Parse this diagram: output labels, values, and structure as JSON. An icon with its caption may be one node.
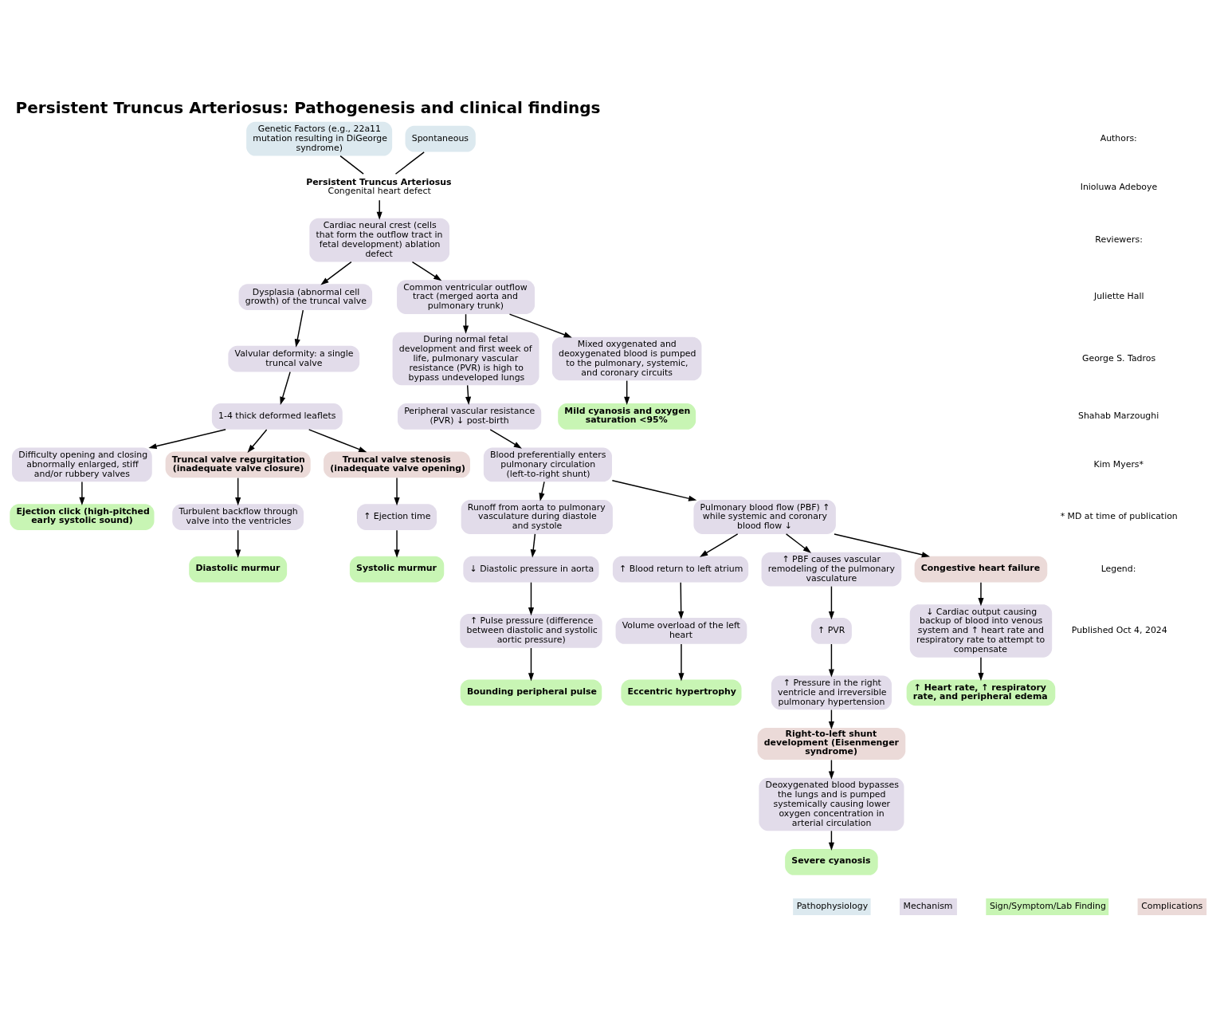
{
  "diagram": {
    "title": "Persistent Truncus Arteriosus: Pathogenesis and clinical findings",
    "nodes": [
      {
        "text": [
          "Genetic Factors (e.g., 22a11 mutation resulting in DiGeorge syndrome)"
        ]
      },
      {
        "text": [
          "Spontaneous"
        ]
      },
      {
        "text": [
          "Persistent Truncus Arteriosus",
          "Congenital heart defect"
        ]
      },
      {
        "text": [
          "Cardiac neural crest (cells that form the outflow tract in fetal development) ablation defect"
        ]
      },
      {
        "text": [
          "Dysplasia (abnormal cell growth) of the truncal valve"
        ]
      },
      {
        "text": [
          "Common ventricular outflow tract (merged aorta and pulmonary trunk)"
        ]
      },
      {
        "text": [
          "Valvular deformity: a single truncal valve"
        ]
      },
      {
        "text": [
          "1-4 thick deformed leaflets"
        ]
      },
      {
        "text": [
          "Difficulty opening and closing abnormally enlarged, stiff and/or rubbery valves"
        ]
      },
      {
        "text": [
          "Truncal valve regurgitation (inadequate valve closure)"
        ]
      },
      {
        "text": [
          "Truncal valve stenosis (inadequate valve opening)"
        ]
      },
      {
        "text": [
          "Ejection click (high-pitched early systolic sound)"
        ]
      },
      {
        "text": [
          "Turbulent backflow through valve into the ventricles"
        ]
      },
      {
        "text": [
          "Diastolic murmur"
        ]
      },
      {
        "text": [
          "↑ Ejection time"
        ]
      },
      {
        "text": [
          "Systolic murmur"
        ]
      },
      {
        "text": [
          "During normal fetal development and first week of life, pulmonary vascular resistance (PVR) is high to bypass undeveloped lungs"
        ]
      },
      {
        "text": [
          "Mixed oxygenated and deoxygenated blood is pumped to the pulmonary, systemic, and coronary circuits"
        ]
      },
      {
        "text": [
          "Mild cyanosis and oxygen saturation <95%"
        ]
      },
      {
        "text": [
          "Peripheral vascular resistance (PVR) ↓ post-birth"
        ]
      },
      {
        "text": [
          "Blood preferentially enters pulmonary circulation (left-to-right shunt)"
        ]
      },
      {
        "text": [
          "Runoff from aorta to pulmonary vasculature during diastole and systole"
        ]
      },
      {
        "text": [
          "Pulmonary blood flow (PBF) ↑ while systemic and coronary blood flow ↓"
        ]
      },
      {
        "text": [
          "↓ Diastolic pressure in aorta"
        ]
      },
      {
        "text": [
          "↑ Pulse pressure (difference between diastolic and systolic aortic pressure)"
        ]
      },
      {
        "text": [
          "Bounding peripheral pulse"
        ]
      },
      {
        "text": [
          "↑ Blood return to left atrium"
        ]
      },
      {
        "text": [
          "Volume overload of the left heart"
        ]
      },
      {
        "text": [
          "Eccentric hypertrophy"
        ]
      },
      {
        "text": [
          "↑ PBF causes vascular remodeling of the pulmonary vasculature"
        ]
      },
      {
        "text": [
          "↑ PVR"
        ]
      },
      {
        "text": [
          "↑ Pressure in the right ventricle and irreversible pulmonary hypertension"
        ]
      },
      {
        "text": [
          "Right-to-left shunt development (Eisenmenger syndrome)"
        ]
      },
      {
        "text": [
          "Deoxygenated blood bypasses the lungs and is pumped systemically causing lower oxygen concentration in arterial circulation"
        ]
      },
      {
        "text": [
          "Severe cyanosis"
        ]
      },
      {
        "text": [
          "Congestive heart failure"
        ]
      },
      {
        "text": [
          "↓ Cardiac output causing backup of blood into venous system and ↑ heart rate and respiratory rate to attempt to compensate"
        ]
      },
      {
        "text": [
          "↑ Heart rate, ↑ respiratory rate, and peripheral edema"
        ]
      }
    ],
    "edges": [
      {
        "from": 0,
        "to": 2,
        "arrow": "none"
      },
      {
        "from": 1,
        "to": 2,
        "arrow": "none"
      },
      {
        "from": 2,
        "to": 3,
        "arrow": "to"
      },
      {
        "from": 3,
        "to": 4,
        "arrow": "to"
      },
      {
        "from": 3,
        "to": 5,
        "arrow": "to"
      },
      {
        "from": 4,
        "to": 6,
        "arrow": "to"
      },
      {
        "from": 6,
        "to": 7,
        "arrow": "to"
      },
      {
        "from": 7,
        "to": 8,
        "arrow": "to"
      },
      {
        "from": 7,
        "to": 9,
        "arrow": "to"
      },
      {
        "from": 7,
        "to": 10,
        "arrow": "to"
      },
      {
        "from": 8,
        "to": 11,
        "arrow": "to"
      },
      {
        "from": 9,
        "to": 12,
        "arrow": "to"
      },
      {
        "from": 12,
        "to": 13,
        "arrow": "to"
      },
      {
        "from": 10,
        "to": 14,
        "arrow": "to"
      },
      {
        "from": 14,
        "to": 15,
        "arrow": "to"
      },
      {
        "from": 5,
        "to": 16,
        "arrow": "to"
      },
      {
        "from": 5,
        "to": 17,
        "arrow": "to"
      },
      {
        "from": 17,
        "to": 18,
        "arrow": "to"
      },
      {
        "from": 16,
        "to": 19,
        "arrow": "to"
      },
      {
        "from": 19,
        "to": 20,
        "arrow": "to"
      },
      {
        "from": 20,
        "to": 21,
        "arrow": "to"
      },
      {
        "from": 20,
        "to": 22,
        "arrow": "to"
      },
      {
        "from": 21,
        "to": 23,
        "arrow": "to"
      },
      {
        "from": 23,
        "to": 24,
        "arrow": "to"
      },
      {
        "from": 24,
        "to": 25,
        "arrow": "to"
      },
      {
        "from": 22,
        "to": 26,
        "arrow": "to"
      },
      {
        "from": 22,
        "to": 29,
        "arrow": "to"
      },
      {
        "from": 22,
        "to": 35,
        "arrow": "to"
      },
      {
        "from": 26,
        "to": 27,
        "arrow": "to"
      },
      {
        "from": 27,
        "to": 28,
        "arrow": "to"
      },
      {
        "from": 29,
        "to": 30,
        "arrow": "to"
      },
      {
        "from": 30,
        "to": 31,
        "arrow": "to"
      },
      {
        "from": 31,
        "to": 32,
        "arrow": "to"
      },
      {
        "from": 32,
        "to": 33,
        "arrow": "to"
      },
      {
        "from": 33,
        "to": 34,
        "arrow": "to"
      },
      {
        "from": 35,
        "to": 36,
        "arrow": "to"
      },
      {
        "from": 36,
        "to": 37,
        "arrow": "to"
      }
    ],
    "labels": [
      "Authors:",
      "Inioluwa Adeboye",
      "Reviewers:",
      "Juliette Hall",
      "George S. Tadros",
      "Shahab Marzoughi",
      "Kim Myers*",
      "* MD at time of publication",
      "Legend:",
      "Published Oct 4, 2024"
    ],
    "legend": [
      {
        "text": "Pathophysiology",
        "color": "#dce9ef"
      },
      {
        "text": "Mechanism",
        "color": "#e2dcea"
      },
      {
        "text": "Sign/Symptom/Lab Finding",
        "color": "#c8f5b4"
      },
      {
        "text": "Complications",
        "color": "#ebdad8"
      }
    ]
  }
}
